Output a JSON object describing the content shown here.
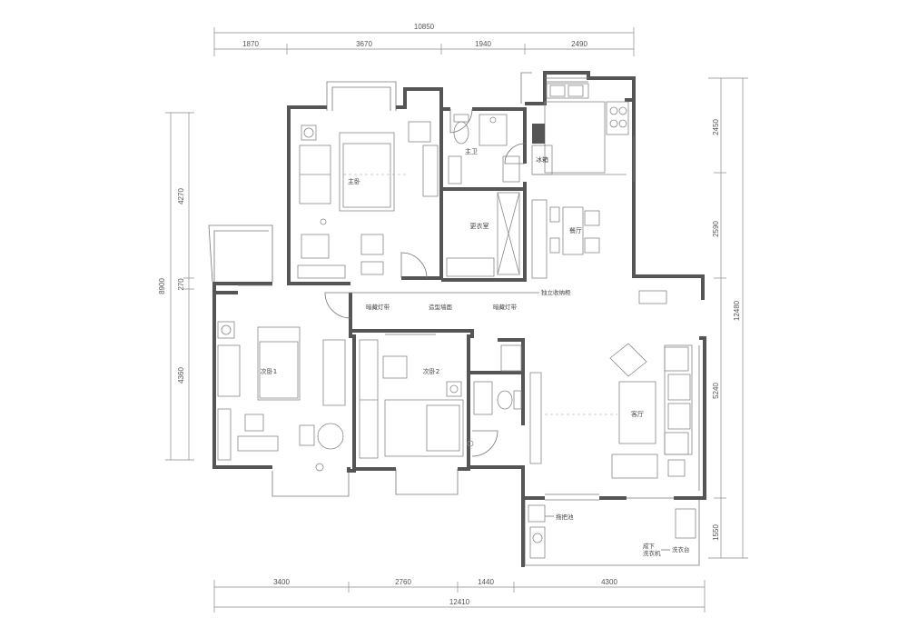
{
  "dimensions": {
    "top_total": "10850",
    "top_segments": [
      "1870",
      "3670",
      "1940",
      "2490"
    ],
    "bottom_total": "12410",
    "bottom_segments": [
      "3400",
      "2760",
      "1440",
      "4300"
    ],
    "left_total": "8900",
    "left_segments": [
      "4270",
      "270",
      "4360"
    ],
    "right_total": "12480",
    "right_segments": [
      "2450",
      "2590",
      "5240",
      "1550"
    ]
  },
  "rooms": {
    "master_bedroom": "主卧",
    "master_bath": "主卫",
    "cloakroom": "更衣室",
    "dining": "餐厅",
    "second_bedroom_1": "次卧1",
    "second_bedroom_2": "次卧2",
    "living": "客厅",
    "fridge": "冰箱"
  },
  "annotations": {
    "hidden_light_left": "暗藏灯带",
    "shaped_ceiling": "造型墙面",
    "hidden_light_right": "暗藏灯带",
    "storage_cabinet": "独立收纳柜",
    "mop_sink": "拖把池",
    "washer_line1": "成下",
    "washer_line2": "洗衣机",
    "laundry_counter": "洗衣台"
  }
}
